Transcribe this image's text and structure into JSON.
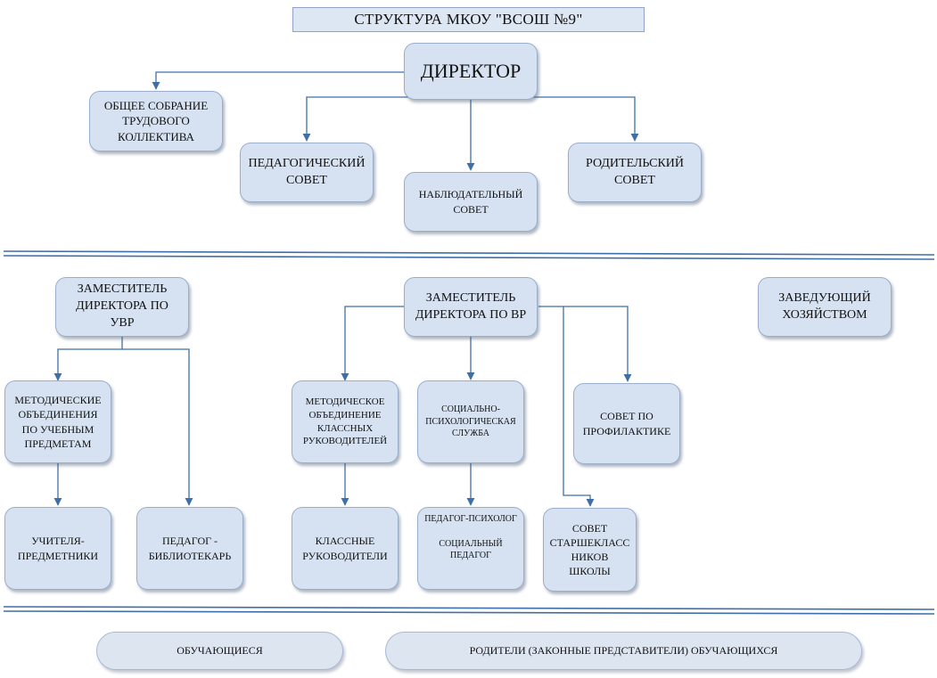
{
  "title": "СТРУКТУРА МКОУ \"ВСОШ №9\"",
  "director": "ДИРЕКТОР",
  "general_meeting": [
    "ОБЩЕЕ СОБРАНИЕ",
    "ТРУДОВОГО",
    "КОЛЛЕКТИВА"
  ],
  "ped_council": [
    "ПЕДАГОГИЧЕСКИЙ",
    "СОВЕТ"
  ],
  "supervisory_council": [
    "НАБЛЮДАТЕЛЬНЫЙ",
    "СОВЕТ"
  ],
  "parent_council": [
    "РОДИТЕЛЬСКИЙ",
    "СОВЕТ"
  ],
  "deputy_uvr": [
    "ЗАМЕСТИТЕЛЬ",
    "ДИРЕКТОРА ПО",
    "УВР"
  ],
  "deputy_vr": [
    "ЗАМЕСТИТЕЛЬ",
    "ДИРЕКТОРА ПО ВР"
  ],
  "household_head": [
    "ЗАВЕДУЮЩИЙ",
    "ХОЗЯЙСТВОМ"
  ],
  "method_subject": [
    "МЕТОДИЧЕСКИЕ",
    "ОБЪЕДИНЕНИЯ",
    "ПО УЧЕБНЫМ",
    "ПРЕДМЕТАМ"
  ],
  "method_class": [
    "МЕТОДИЧЕСКОЕ",
    "ОБЪЕДИНЕНИЕ",
    "КЛАССНЫХ",
    "РУКОВОДИТЕЛЕЙ"
  ],
  "social_service": [
    "СОЦИАЛЬНО-",
    "ПСИХОЛОГИЧЕСКАЯ",
    "СЛУЖБА"
  ],
  "prevention_council": [
    "СОВЕТ ПО",
    "ПРОФИЛАКТИКЕ"
  ],
  "subject_teachers": [
    "УЧИТЕЛЯ-",
    "ПРЕДМЕТНИКИ"
  ],
  "librarian": [
    "ПЕДАГОГ -",
    "БИБЛИОТЕКАРЬ"
  ],
  "class_teachers": [
    "КЛАССНЫЕ",
    "РУКОВОДИТЕЛИ"
  ],
  "psychologist": "ПЕДАГОГ-ПСИХОЛОГ",
  "social_pedagogue": [
    "СОЦИАЛЬНЫЙ",
    "ПЕДАГОГ"
  ],
  "senior_council": [
    "СОВЕТ",
    "СТАРШЕКЛАСС",
    "НИКОВ",
    "ШКОЛЫ"
  ],
  "students": "ОБУЧАЮЩИЕСЯ",
  "parents": "РОДИТЕЛИ (ЗАКОННЫЕ ПРЕДСТАВИТЕЛИ) ОБУЧАЮЩИХСЯ"
}
